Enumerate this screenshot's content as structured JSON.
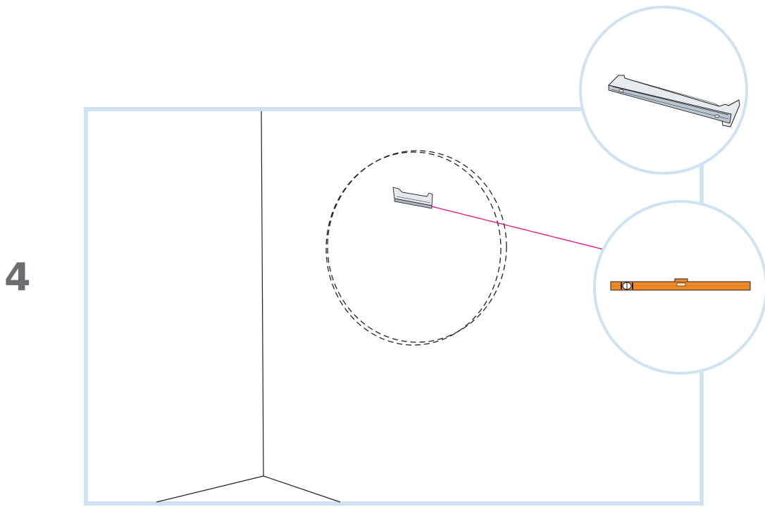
{
  "step": {
    "number": "4"
  },
  "scene": {
    "frame_color": "#cfe2f1",
    "line_color": "#231f20",
    "guide_line_color": "#e6007e",
    "level_color": "#f08a24",
    "bracket_color": "#d6dde3"
  },
  "callouts": [
    {
      "name": "wall-bracket-callout",
      "icon": "wall-bracket-icon"
    },
    {
      "name": "spirit-level-callout",
      "icon": "spirit-level-icon"
    }
  ]
}
